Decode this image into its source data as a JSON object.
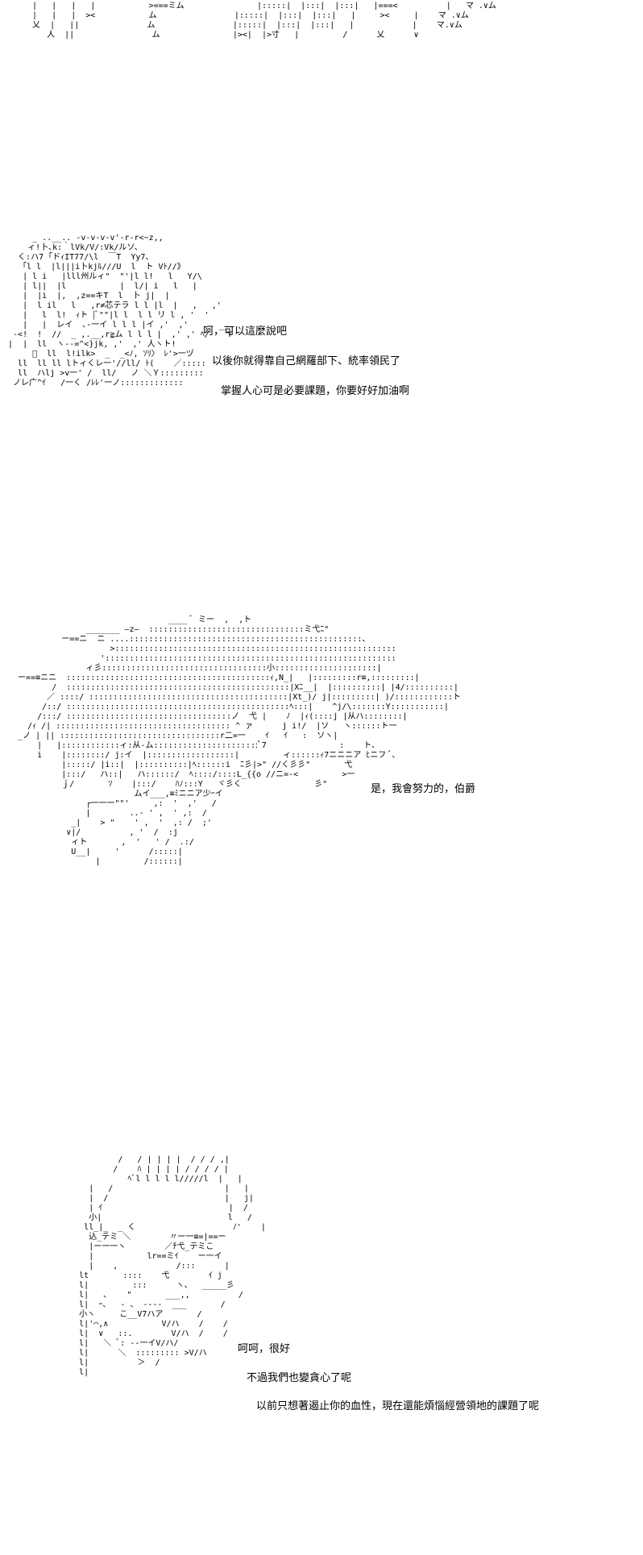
{
  "scenes": [
    {
      "art": "   |   |   |   |           >===ミム               |:::::|  |:::|  |:::|   |===<          |   マ .∨ム\n   |   |   |  ><           ム                |:::::|  |:::|  |:::|   |     ><     |    マ .∨ム\n   乂  |   ||              ム                |:::::|  |:::|  |:::|   |            |    マ.∨ム\n      人  ||                ム               |><|  |>寸   |         /      乂      ∨",
      "dialogue": []
    },
    {
      "art": "      _ ..__.. -v-v-v-v'-r-r<~z,,\n     ィ!卜､k:｀lVk/V/:Vk/ルソ、\n   く:ハ7 ｢ドｨIT77/\\l  ￣T  Yy7、\n    ｢l l  |l|||i卜kjﾙ///U  l  ト Vﾄ//》\n    | l i   |lll州ルィ\"  \"'|l l!   l   Y/\\\n    | l||  |l           |  l/| i   l   |\n    |  |i  |,  ,z==キT  l  卜 j|  |\n    |  l il   l   ,r≠芯テラ l l |l  |   ,   ,'\n    |   l  l!  ｨト |ﾞ\"\"|l l  l l リ l , '  '\n    |   |  レイ  ､-一イ l l l |イ ,'  ,'\n  -<!  !  //  _ ,.__,r≧ム l l l |  ,' ,' ﾍ/  ￣Y\n |  |  ll  ヽ--=^<}jk, ,'  ,' 人ヽト!\n      ﾟ  ll  l!ilk>  _  _<ﾉ, ｿﾘ〉 ﾚ'>一ヅ\n   ll  ll ll lトィくレ一'//ll/ ﾄ(    ／:::::\n   ll  ハlj >v一' /  ll/   ノ ＼Ｙ:::::::::\n  ノレ广^ｲ   /一く /ﾚﾚ'一ノ:::::::::::::",
      "dialogue": [
        "呵，可以這麼說吧",
        "以後你就得靠自己網羅部下、統率領民了",
        "掌握人心可是必要課題，你要好好加油啊"
      ]
    },
    {
      "art": "                                  ____ ﾞ ミー  ,  ,ト\n                 _______ ―z―  ::::::::::::::::::::::::::::::::ミ弋ﾆ\"\n            ー==ニ  ニ ....::::::::::::::::::::::::::::::::::::::::::::::::、\n                      >::::::::::::::::::::::::::::::::::::::::::::::::::::::::::\n                    '::::::::::::::::::::::::::::::::::::::::::::::::::::::::::::\n                 ィ彡::::::::::::::::::::::::::::::::::小:::::::::::::::::::::|\n   ー==≡ニニ  ::::::::::::::::::::::::::::::::::::::::::ｨ,N_|   |:::::::::r≡,:::::::::|\n          /  ::::::::::::::::::::::::::::::::::::::::::::::|Xﾆ__|  |::::::::::| |4/::::::::::|\n         ／ ::::/ :::::::::::::::::::::::::::::::::::::::::|Xt_)/ j|:::::::::| )/::::::::::::ト\n        /::/ ::::::::::::::::::::::::::::::::::::::::::::::ﾍ:::|    ^j/\\:::::::Y:::::::::::|\n       /:::/ ::::::::::::::::::::::::::::::::::ノ  弋 |    ﾉ  |ｨ(::::j |从ハ::::::::|\n     /ｨ /| :::::::::::::::::::::::::::::::::::: ^ ァ      j i!/  |ソ   ヽ::::::ト一\n   _ノ | || :::::::::::::::::::::::::::::::::r二=一    ｲ   ｲ   :  ソヽ|\n       |   |::::::::::::ィ:从-ム::::::::::::::::::::::ﾟ7               :    ト、\n       i    |::::::::/ j:イ  |::::::::::::::::::|         ィ::::::ｨ7ニニニア ﾋニフ ﾞ､\n            |:::::/ |i::|  |::::::::::|ﾍ::::::i  ﾆ彡|>\" //く彡彡\"       弋\n            |:::/   ハ::|   ハ::::::/  ﾍ::::/::::L_{{o //ニ=-<         >一\n            ｊ/       ｿ    |:::/    ﾊﾉ:::Y   ヾ彡く               彡\"\n                           ムイ___,≡ﾐニニア少ｰイ\n                 ┌一一一\"\"'     ,:  '  ,'   /\n                 |        ..- ' ,  ' ,:  /\n              _|    > \"    ' ,  '  ,: /  ;'\n             ∨|/          , '  /  :j\n              ィト       ,  '   ' /  .:/\n              U__|     '      /:::::|\n                   |         /::::::|",
      "dialogue": [
        "是，我會努力的，伯爵"
      ]
    },
    {
      "art": "                /   / | | | |  / / / ,|\n               /    ﾊ | | | | / / / / |\n                  ﾍﾞl l l l l/////l  |   |\n          |   /                       |   |\n          |  /                        |   j|\n          | ｲ                          |  /\n          小|                          l   /\n         ll_|_  _ く                    ﾉ'    |\n          込_テミ ＼        〃ー一≡=|==ー\n          |ー一一ヽ        ／ﾁ弋_テミこ\n          |           lr==ミｲ    ー一イ\n          |    ,            /:::      |\n        lt       ::::    弋        ｲ j\n        l|         :::      ヽ、  _____彡\n        l|   ､    \"       ___,,          /\n        l|  ｰ、  ‐ 、 ‐---  ___       /\n        小ヽ     こ__V7ハア       /\n        l|'⌒,∧           V/ハ    /    /\n        l|  ∨   ::.        V/ハ  /    /\n        l|   ＼ ﾟ: --一イV/ハ/\n        l|      ＼  ::::::::: >V/ハ\n        l|          ＞  /\n        l|",
      "dialogue": [
        "呵呵，很好",
        "不過我們也變貪心了呢",
        "以前只想著遏止你的血性，現在還能煩惱經營領地的課題了呢"
      ]
    }
  ]
}
